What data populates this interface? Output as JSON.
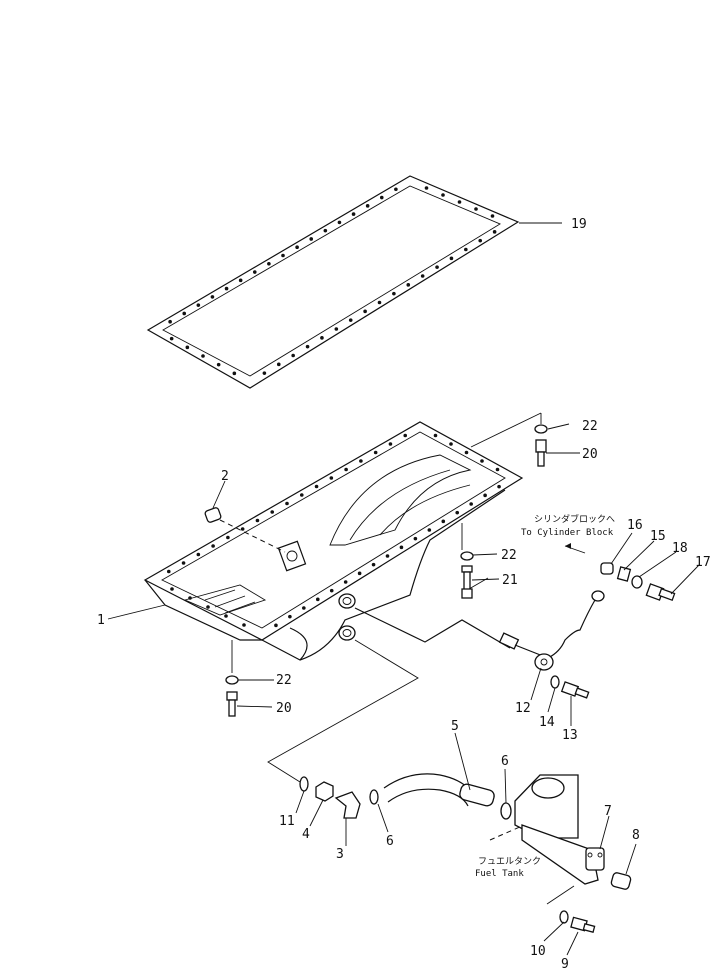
{
  "callouts": [
    {
      "id": "1",
      "text": "1"
    },
    {
      "id": "2",
      "text": "2"
    },
    {
      "id": "3",
      "text": "3"
    },
    {
      "id": "4",
      "text": "4"
    },
    {
      "id": "5",
      "text": "5"
    },
    {
      "id": "6a",
      "text": "6"
    },
    {
      "id": "6b",
      "text": "6"
    },
    {
      "id": "7",
      "text": "7"
    },
    {
      "id": "8",
      "text": "8"
    },
    {
      "id": "9",
      "text": "9"
    },
    {
      "id": "10",
      "text": "10"
    },
    {
      "id": "11",
      "text": "11"
    },
    {
      "id": "12",
      "text": "12"
    },
    {
      "id": "13",
      "text": "13"
    },
    {
      "id": "14",
      "text": "14"
    },
    {
      "id": "15",
      "text": "15"
    },
    {
      "id": "16",
      "text": "16"
    },
    {
      "id": "17",
      "text": "17"
    },
    {
      "id": "18",
      "text": "18"
    },
    {
      "id": "19",
      "text": "19"
    },
    {
      "id": "20a",
      "text": "20"
    },
    {
      "id": "20b",
      "text": "20"
    },
    {
      "id": "21",
      "text": "21"
    },
    {
      "id": "22a",
      "text": "22"
    },
    {
      "id": "22b",
      "text": "22"
    },
    {
      "id": "22c",
      "text": "22"
    }
  ],
  "notes": {
    "cylinder_block_jp": "シリンダブロックへ",
    "cylinder_block_en": "To Cylinder Block",
    "fuel_tank_jp": "フュエルタンク",
    "fuel_tank_en": "Fuel Tank"
  }
}
